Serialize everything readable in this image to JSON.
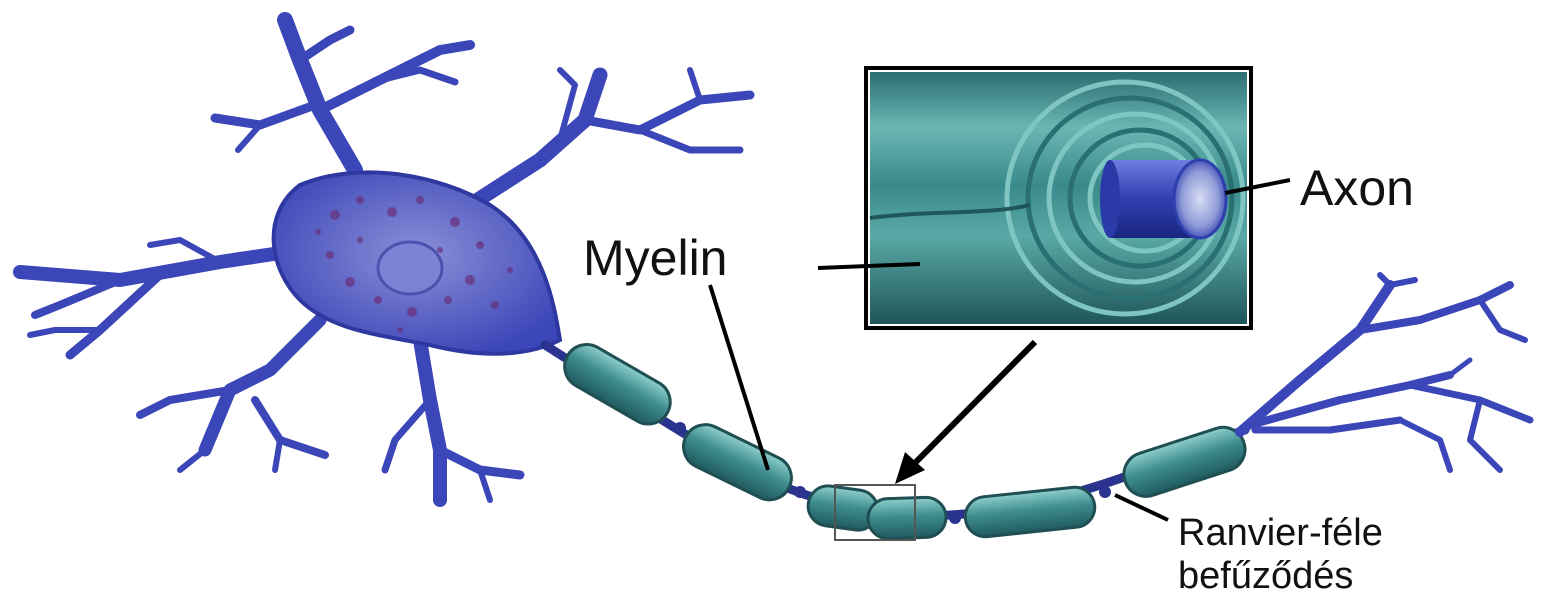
{
  "labels": {
    "myelin": "Myelin",
    "axon": "Axon",
    "node_line1": "Ranvier-féle",
    "node_line2": "befűződés"
  },
  "colors": {
    "neuron_blue": "#3b46b8",
    "neuron_dark": "#232c8c",
    "soma_fill": "#5b63c4",
    "myelin_teal": "#3f8d90",
    "myelin_light": "#7cc2c0",
    "myelin_dark": "#1f5a5e",
    "axon_core": "#2f3fb0"
  }
}
